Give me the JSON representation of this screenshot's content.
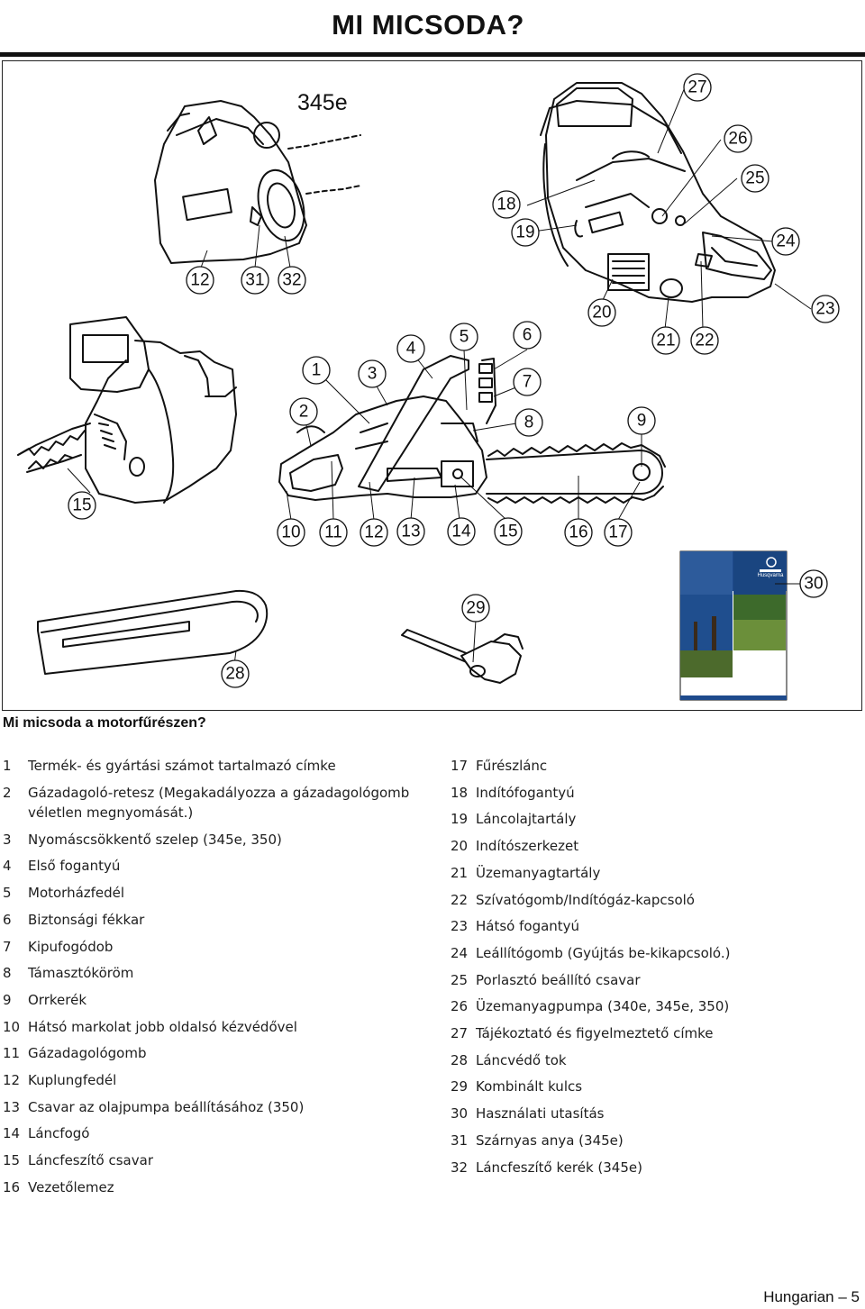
{
  "page_title": "MI MICSODA?",
  "figure": {
    "model_label": "345e",
    "callouts": [
      "1",
      "2",
      "3",
      "4",
      "5",
      "6",
      "7",
      "8",
      "9",
      "10",
      "11",
      "12",
      "12",
      "13",
      "14",
      "15",
      "15",
      "16",
      "17",
      "18",
      "19",
      "20",
      "21",
      "22",
      "23",
      "24",
      "25",
      "26",
      "27",
      "28",
      "29",
      "30",
      "31",
      "32"
    ],
    "manual_cover_brand": "Husqvarna"
  },
  "section_heading": "Mi micsoda a motorfűrészen?",
  "parts_left": [
    {
      "n": "1",
      "t": "Termék- és gyártási számot tartalmazó címke"
    },
    {
      "n": "2",
      "t": "Gázadagoló-retesz (Megakadályozza a gázadagológomb véletlen megnyomását.)"
    },
    {
      "n": "3",
      "t": "Nyomáscsökkentő szelep (345e, 350)"
    },
    {
      "n": "4",
      "t": "Első fogantyú"
    },
    {
      "n": "5",
      "t": "Motorházfedél"
    },
    {
      "n": "6",
      "t": "Biztonsági fékkar"
    },
    {
      "n": "7",
      "t": "Kipufogódob"
    },
    {
      "n": "8",
      "t": "Támasztóköröm"
    },
    {
      "n": "9",
      "t": "Orrkerék"
    },
    {
      "n": "10",
      "t": "Hátsó markolat jobb oldalsó kézvédővel"
    },
    {
      "n": "11",
      "t": "Gázadagológomb"
    },
    {
      "n": "12",
      "t": "Kuplungfedél"
    },
    {
      "n": "13",
      "t": "Csavar az olajpumpa beállításához (350)"
    },
    {
      "n": "14",
      "t": "Láncfogó"
    },
    {
      "n": "15",
      "t": "Láncfeszítő csavar"
    },
    {
      "n": "16",
      "t": "Vezetőlemez"
    }
  ],
  "parts_right": [
    {
      "n": "17",
      "t": "Fűrészlánc"
    },
    {
      "n": "18",
      "t": "Indítófogantyú"
    },
    {
      "n": "19",
      "t": "Láncolajtartály"
    },
    {
      "n": "20",
      "t": "Indítószerkezet"
    },
    {
      "n": "21",
      "t": "Üzemanyagtartály"
    },
    {
      "n": "22",
      "t": "Szívatógomb/Indítógáz-kapcsoló"
    },
    {
      "n": "23",
      "t": "Hátsó fogantyú"
    },
    {
      "n": "24",
      "t": "Leállítógomb (Gyújtás be-kikapcsoló.)"
    },
    {
      "n": "25",
      "t": "Porlasztó beállító csavar"
    },
    {
      "n": "26",
      "t": "Üzemanyagpumpa (340e, 345e, 350)"
    },
    {
      "n": "27",
      "t": "Tájékoztató és figyelmeztető címke"
    },
    {
      "n": "28",
      "t": "Láncvédő tok"
    },
    {
      "n": "29",
      "t": "Kombinált kulcs"
    },
    {
      "n": "30",
      "t": "Használati utasítás"
    },
    {
      "n": "31",
      "t": "Szárnyas anya (345e)"
    },
    {
      "n": "32",
      "t": "Láncfeszítő kerék (345e)"
    }
  ],
  "footer": "Hungarian – 5"
}
